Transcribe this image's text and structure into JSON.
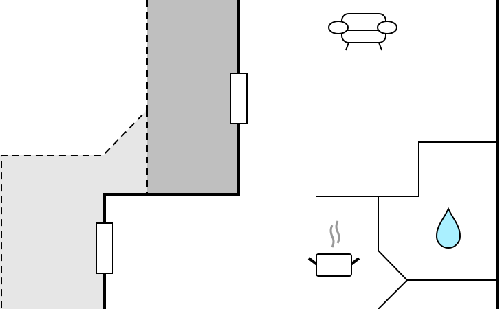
{
  "floorplan": {
    "rooms": [
      {
        "name": "living-room",
        "icon": "sofa-icon"
      },
      {
        "name": "kitchen",
        "icon": "cooking-pot-icon"
      },
      {
        "name": "bathroom",
        "icon": "water-drop-icon"
      }
    ],
    "outdoor_areas": [
      {
        "name": "covered-terrace",
        "fill": "#bfbfbf"
      },
      {
        "name": "open-terrace",
        "fill": "#e6e6e6"
      }
    ],
    "windows": 2,
    "colors": {
      "wall": "#000000",
      "covered_terrace": "#bfbfbf",
      "open_terrace": "#e6e6e6",
      "water_drop": "#aaf0ff",
      "steam": "#999999",
      "background": "#ffffff"
    }
  }
}
